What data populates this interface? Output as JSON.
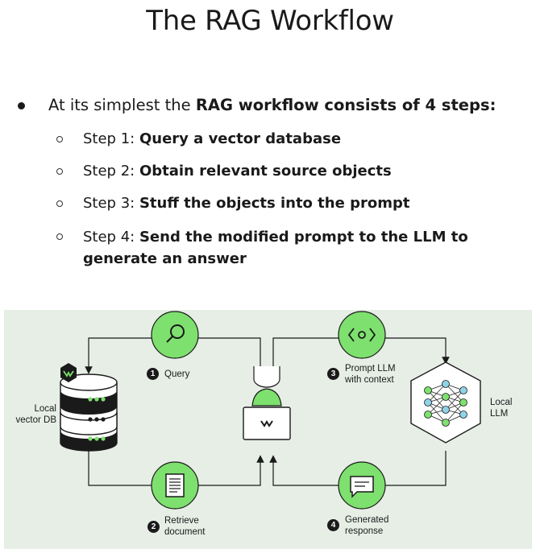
{
  "title": "The RAG Workflow",
  "main_bullet": {
    "prefix": "At its simplest the ",
    "bold": "RAG workflow consists of 4 steps:"
  },
  "steps": [
    {
      "prefix": "Step 1: ",
      "bold": "Query a vector database"
    },
    {
      "prefix": "Step 2: ",
      "bold": "Obtain relevant source objects"
    },
    {
      "prefix": "Step 3: ",
      "bold": "Stuff the objects into the prompt"
    },
    {
      "prefix": "Step 4: ",
      "bold": "Send the modified prompt to the LLM to generate an answer"
    }
  ],
  "diagram": {
    "vector_db_label": "Local\nvector DB",
    "llm_label": "Local\nLLM",
    "step_labels": [
      {
        "number": "1",
        "text": "Query",
        "icon": "magnifier-icon"
      },
      {
        "number": "2",
        "text": "Retrieve\ndocument",
        "icon": "document-icon"
      },
      {
        "number": "3",
        "text": "Prompt LLM\nwith context",
        "icon": "code-brackets-icon"
      },
      {
        "number": "4",
        "text": "Generated\nresponse",
        "icon": "chat-message-icon"
      }
    ],
    "colors": {
      "background": "#e6eee6",
      "accent_green": "#7ee06e",
      "db_dark": "#1a1a1a",
      "line": "#1a1a1a"
    }
  }
}
